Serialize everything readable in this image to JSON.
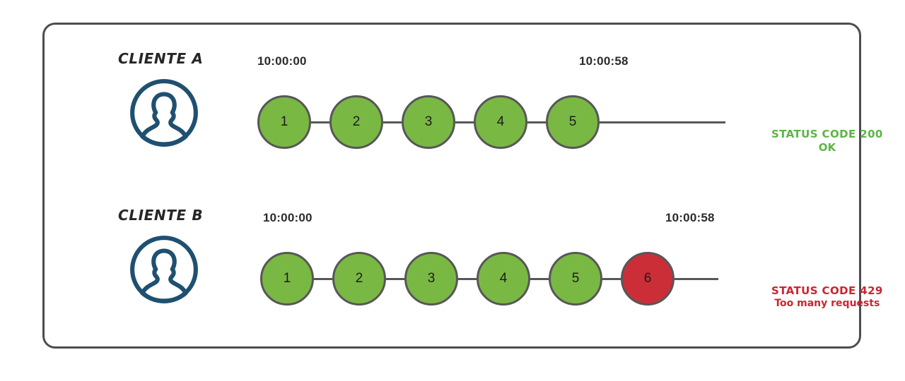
{
  "diagram": {
    "title_hidden": "",
    "panel": {
      "border_color": "#4d4d4d",
      "background": "#ffffff"
    },
    "colors": {
      "node_ok": "#7ab844",
      "node_error": "#cc2e38",
      "node_border": "#575757",
      "connector": "#575757",
      "status_ok": "#5cb545",
      "status_error": "#cc2430",
      "avatar": "#1f5070",
      "label_text": "#262626",
      "timestamp_text": "#2b2b2b",
      "node_number": "#1c1c1c"
    },
    "rows": [
      {
        "id": "client-a",
        "label": "CLIENTE A",
        "avatar_icon": "user-avatar-icon",
        "start_time": "10:00:00",
        "end_time": "10:00:58",
        "nodes": [
          {
            "number": "1",
            "state": "ok"
          },
          {
            "number": "2",
            "state": "ok"
          },
          {
            "number": "3",
            "state": "ok"
          },
          {
            "number": "4",
            "state": "ok"
          },
          {
            "number": "5",
            "state": "ok"
          }
        ],
        "status": {
          "line1": "STATUS CODE 200",
          "line2": "OK",
          "state": "ok"
        }
      },
      {
        "id": "client-b",
        "label": "CLIENTE B",
        "avatar_icon": "user-avatar-icon",
        "start_time": "10:00:00",
        "end_time": "10:00:58",
        "nodes": [
          {
            "number": "1",
            "state": "ok"
          },
          {
            "number": "2",
            "state": "ok"
          },
          {
            "number": "3",
            "state": "ok"
          },
          {
            "number": "4",
            "state": "ok"
          },
          {
            "number": "5",
            "state": "ok"
          },
          {
            "number": "6",
            "state": "error"
          }
        ],
        "status": {
          "line1": "STATUS CODE 429",
          "line2": "Too many requests",
          "state": "error"
        }
      }
    ]
  }
}
